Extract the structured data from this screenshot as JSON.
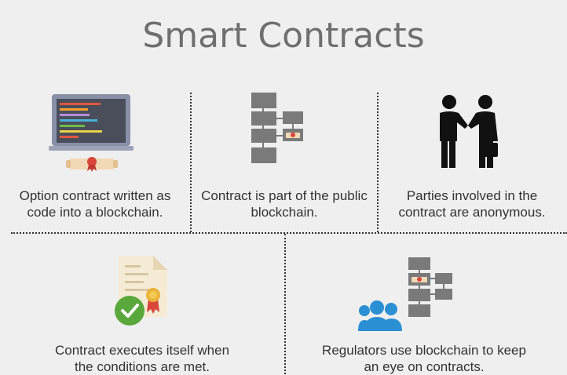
{
  "title": "Smart Contracts",
  "items": [
    {
      "caption": "Option contract written as code into a blockchain.",
      "icon": "laptop-code-icon"
    },
    {
      "caption": "Contract is part of the public blockchain.",
      "icon": "blockchain-icon"
    },
    {
      "caption": "Parties involved in the contract are anonymous.",
      "icon": "handshake-icon"
    },
    {
      "caption": "Contract executes itself when the conditions are met.",
      "icon": "certificate-check-icon"
    },
    {
      "caption": "Regulators use blockchain to keep an eye on contracts.",
      "icon": "regulators-blockchain-icon"
    }
  ],
  "colors": {
    "background": "#efefef",
    "title": "#6f6f6f",
    "block": "#7a7a7a",
    "laptop": "#8a8fa8",
    "screen": "#4a4d5a",
    "scroll": "#f1d9b5",
    "seal": "#d9463a",
    "check": "#5aa83c",
    "people": "#2b8fd4"
  }
}
